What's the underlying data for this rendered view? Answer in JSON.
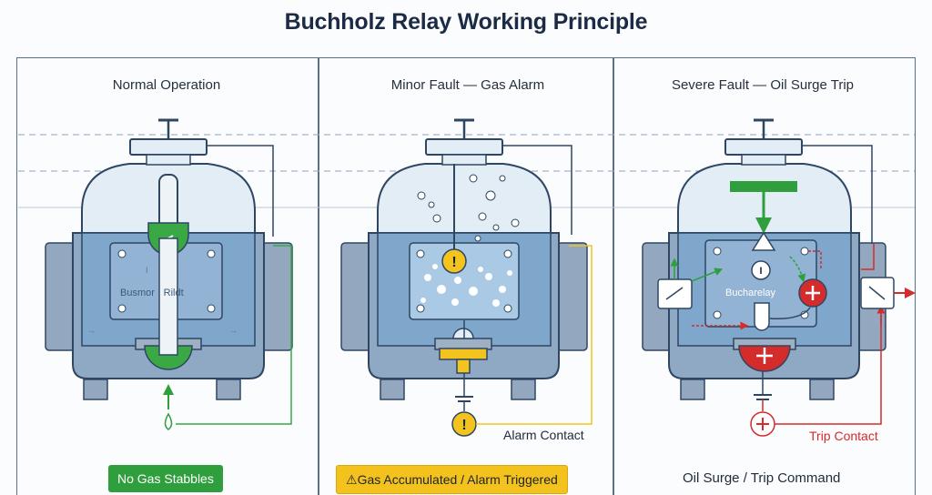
{
  "title": "Buchholz Relay Working Principle",
  "panels": [
    {
      "title": "Normal Operation",
      "status": "No Gas Stabbles",
      "status_color": "#2f9e3d",
      "relay_label": "Busmor · Rildt"
    },
    {
      "title": "Minor Fault — Gas Alarm",
      "status": "Gas Accumulated / Alarm Triggered",
      "status_icon": "warning-triangle-icon",
      "contact_label": "Alarm Contact",
      "status_color": "#f4c21c"
    },
    {
      "title": "Severe Fault — Oil Surge Trip",
      "status": "Oil Surge / Trip Command",
      "contact_label": "Trip Contact",
      "relay_label": "Bucharelay",
      "status_color": "#d42b2b"
    }
  ],
  "colors": {
    "oil": "#7fa7cc",
    "gas": "#e3edf6",
    "outline": "#2f4663",
    "green": "#2f9e3d",
    "yellow": "#f2c41d",
    "red": "#d42b2b"
  }
}
